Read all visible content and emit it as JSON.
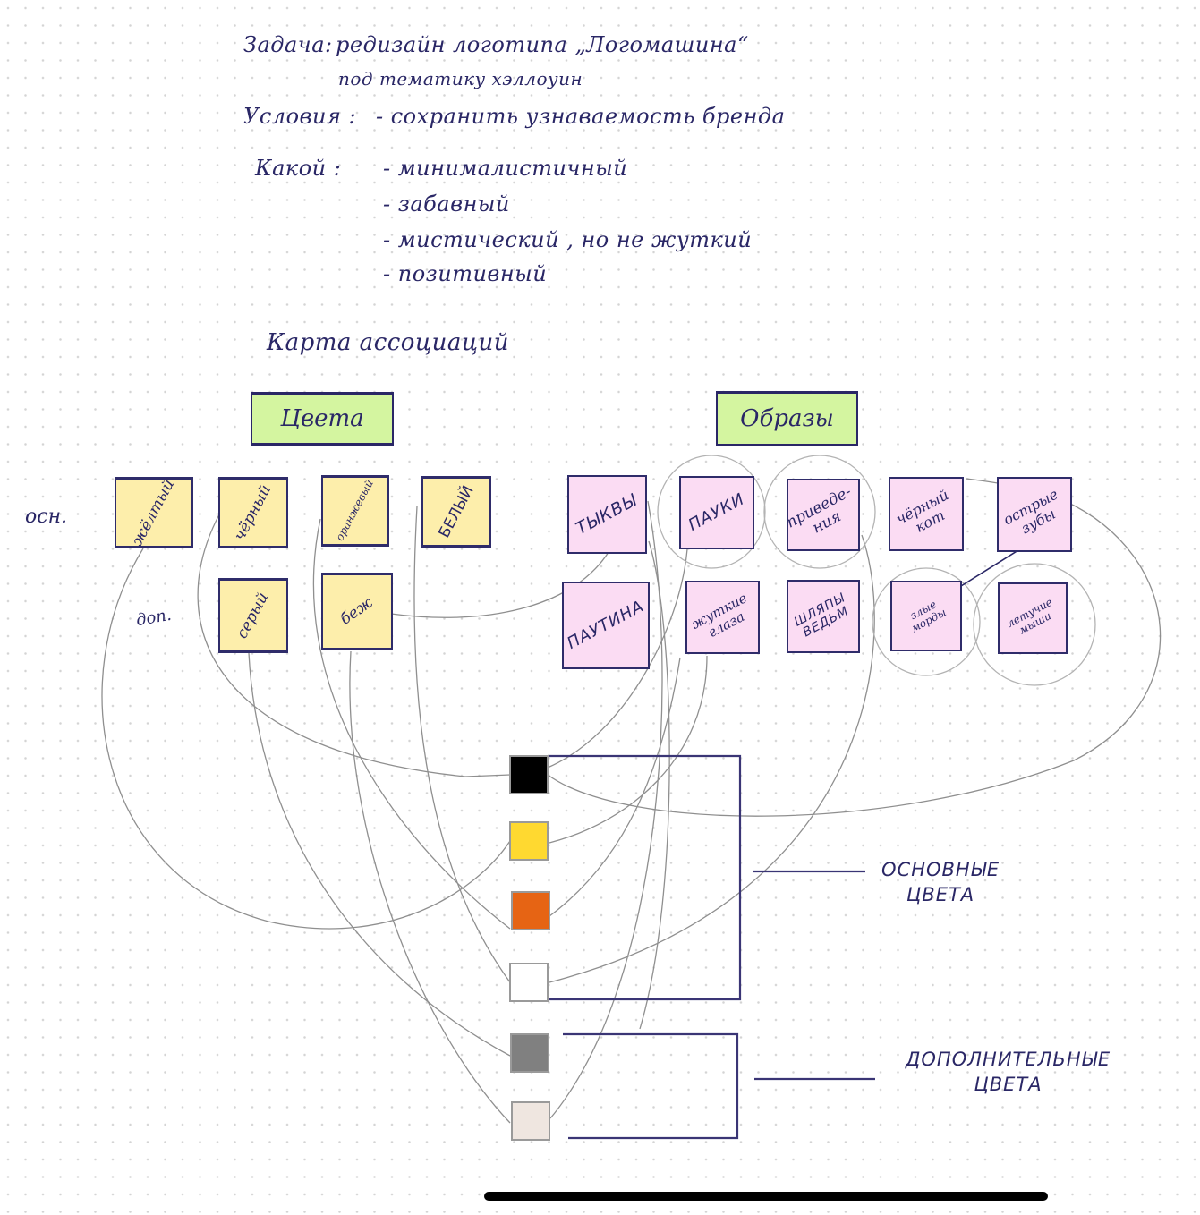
{
  "brief": {
    "task_label": "Задача:",
    "task_text": "редизайн логотипа „Логомашина“",
    "task_text_2": "под тематику хэллоуин",
    "conditions_label": "Условия :",
    "conditions_text": "- сохранить узнаваемость бренда",
    "style_label": "Какой :",
    "style_items": [
      "- минималистичный",
      "- забавный",
      "- мистический , но не  жуткий",
      "- позитивный"
    ]
  },
  "map_title": "Карта ассоциаций",
  "categories": {
    "colors": "Цвета",
    "images": "Образы"
  },
  "row_labels": {
    "main": "осн.",
    "extra": "доп."
  },
  "color_notes": {
    "main": [
      "жёлтый",
      "чёрный",
      "оранжевый",
      "белый"
    ],
    "extra": [
      "серый",
      "беж"
    ]
  },
  "image_notes": {
    "row1": [
      "тыквы",
      "пауки",
      "приведе-ния",
      "чёрный кот",
      "острые зубы"
    ],
    "row2": [
      "паутина",
      "жуткие глаза",
      "шляпы ведьм",
      "злые морды",
      "летучие мыши"
    ]
  },
  "palette": {
    "main": [
      {
        "name": "black",
        "hex": "#000000"
      },
      {
        "name": "yellow",
        "hex": "#ffd930"
      },
      {
        "name": "orange",
        "hex": "#e66414"
      },
      {
        "name": "white",
        "hex": "#ffffff"
      }
    ],
    "extra": [
      {
        "name": "gray",
        "hex": "#808080"
      },
      {
        "name": "beige",
        "hex": "#efe6e0"
      }
    ]
  },
  "legend": {
    "main_colors": "ОСНОВНЫЕ ЦВЕТА",
    "main_line1": "ОСНОВНЫЕ",
    "main_line2": "ЦВЕТА",
    "extra_line1": "ДОПОЛНИТЕЛЬНЫЕ",
    "extra_line2": "ЦВЕТА"
  },
  "accents": {
    "ink": "#2a2766",
    "category_highlight": "#d4f5a0",
    "color_note": "#fdeeab",
    "image_note": "#fbdcf3",
    "connector": "#8a8a8a"
  }
}
